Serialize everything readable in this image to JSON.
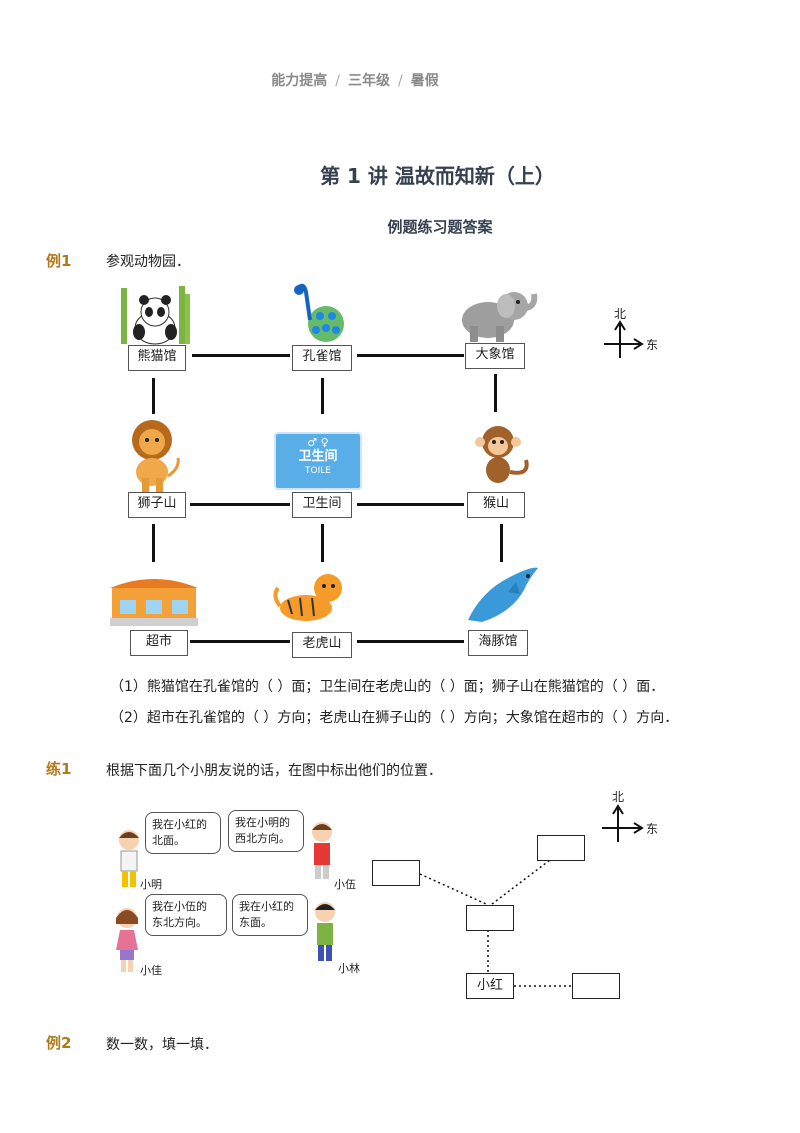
{
  "header": {
    "parts": [
      "能力提高",
      "三年级",
      "暑假"
    ],
    "sep": "/"
  },
  "lesson_title": "第 1 讲  温故而知新（上）",
  "section_title": "例题练习题答案",
  "example1": {
    "label": "例1",
    "text": "参观动物园．",
    "boxes": {
      "panda": "熊猫馆",
      "peacock": "孔雀馆",
      "elephant": "大象馆",
      "lion": "狮子山",
      "toilet": "卫生间",
      "monkey": "猴山",
      "market": "超市",
      "tiger": "老虎山",
      "dolphin": "海豚馆"
    },
    "toilet_sign": {
      "cn": "卫生间",
      "en": "TOILE"
    },
    "compass": {
      "north": "北",
      "east": "东"
    },
    "q1": "（1）熊猫馆在孔雀馆的（    ）面；卫生间在老虎山的（    ）面；狮子山在熊猫馆的（    ）面．",
    "q2": "（2）超市在孔雀馆的（    ）方向；老虎山在狮子山的（    ）方向；大象馆在超市的（    ）方向．"
  },
  "practice1": {
    "label": "练1",
    "text": "根据下面几个小朋友说的话，在图中标出他们的位置．",
    "bubbles": {
      "ming": [
        "我在小红的",
        "北面。"
      ],
      "wu": [
        "我在小明的",
        "西北方向。"
      ],
      "jia": [
        "我在小伍的",
        "东北方向。"
      ],
      "lin": [
        "我在小红的",
        "东面。"
      ]
    },
    "names": {
      "ming": "小明",
      "wu": "小伍",
      "jia": "小佳",
      "lin": "小林"
    },
    "red_label": "小红",
    "compass": {
      "north": "北",
      "east": "东"
    }
  },
  "example2": {
    "label": "例2",
    "text": "数一数，填一填．"
  },
  "colors": {
    "accent_label": "#b07a1c",
    "title": "#36404f",
    "toilet_sign": "#5aaee8"
  }
}
